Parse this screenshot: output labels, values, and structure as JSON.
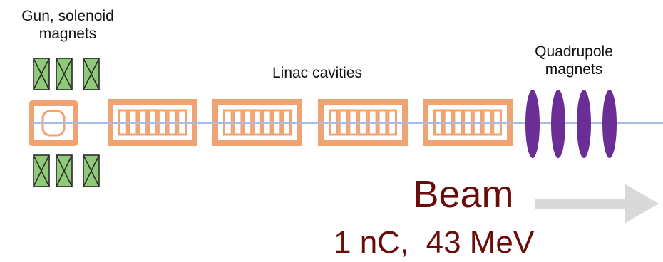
{
  "labels": {
    "gun_line1": "Gun, solenoid",
    "gun_line2": "magnets",
    "linac": "Linac cavities",
    "quad_line1": "Quadrupole",
    "quad_line2": "magnets"
  },
  "beam": {
    "title": "Beam",
    "params": "1 nC,  43 MeV"
  },
  "colors": {
    "solenoid_fill": "#8fc97a",
    "cavity_stroke": "#f0a372",
    "quadrupole_fill": "#6a2e96",
    "beamline": "#a9bce6",
    "arrow": "#d9d9d9",
    "beam_text": "#6a0d0a"
  },
  "components": {
    "solenoids_per_side": 3,
    "cavities": 4,
    "cells_per_cavity": 7,
    "quadrupoles": 4
  }
}
